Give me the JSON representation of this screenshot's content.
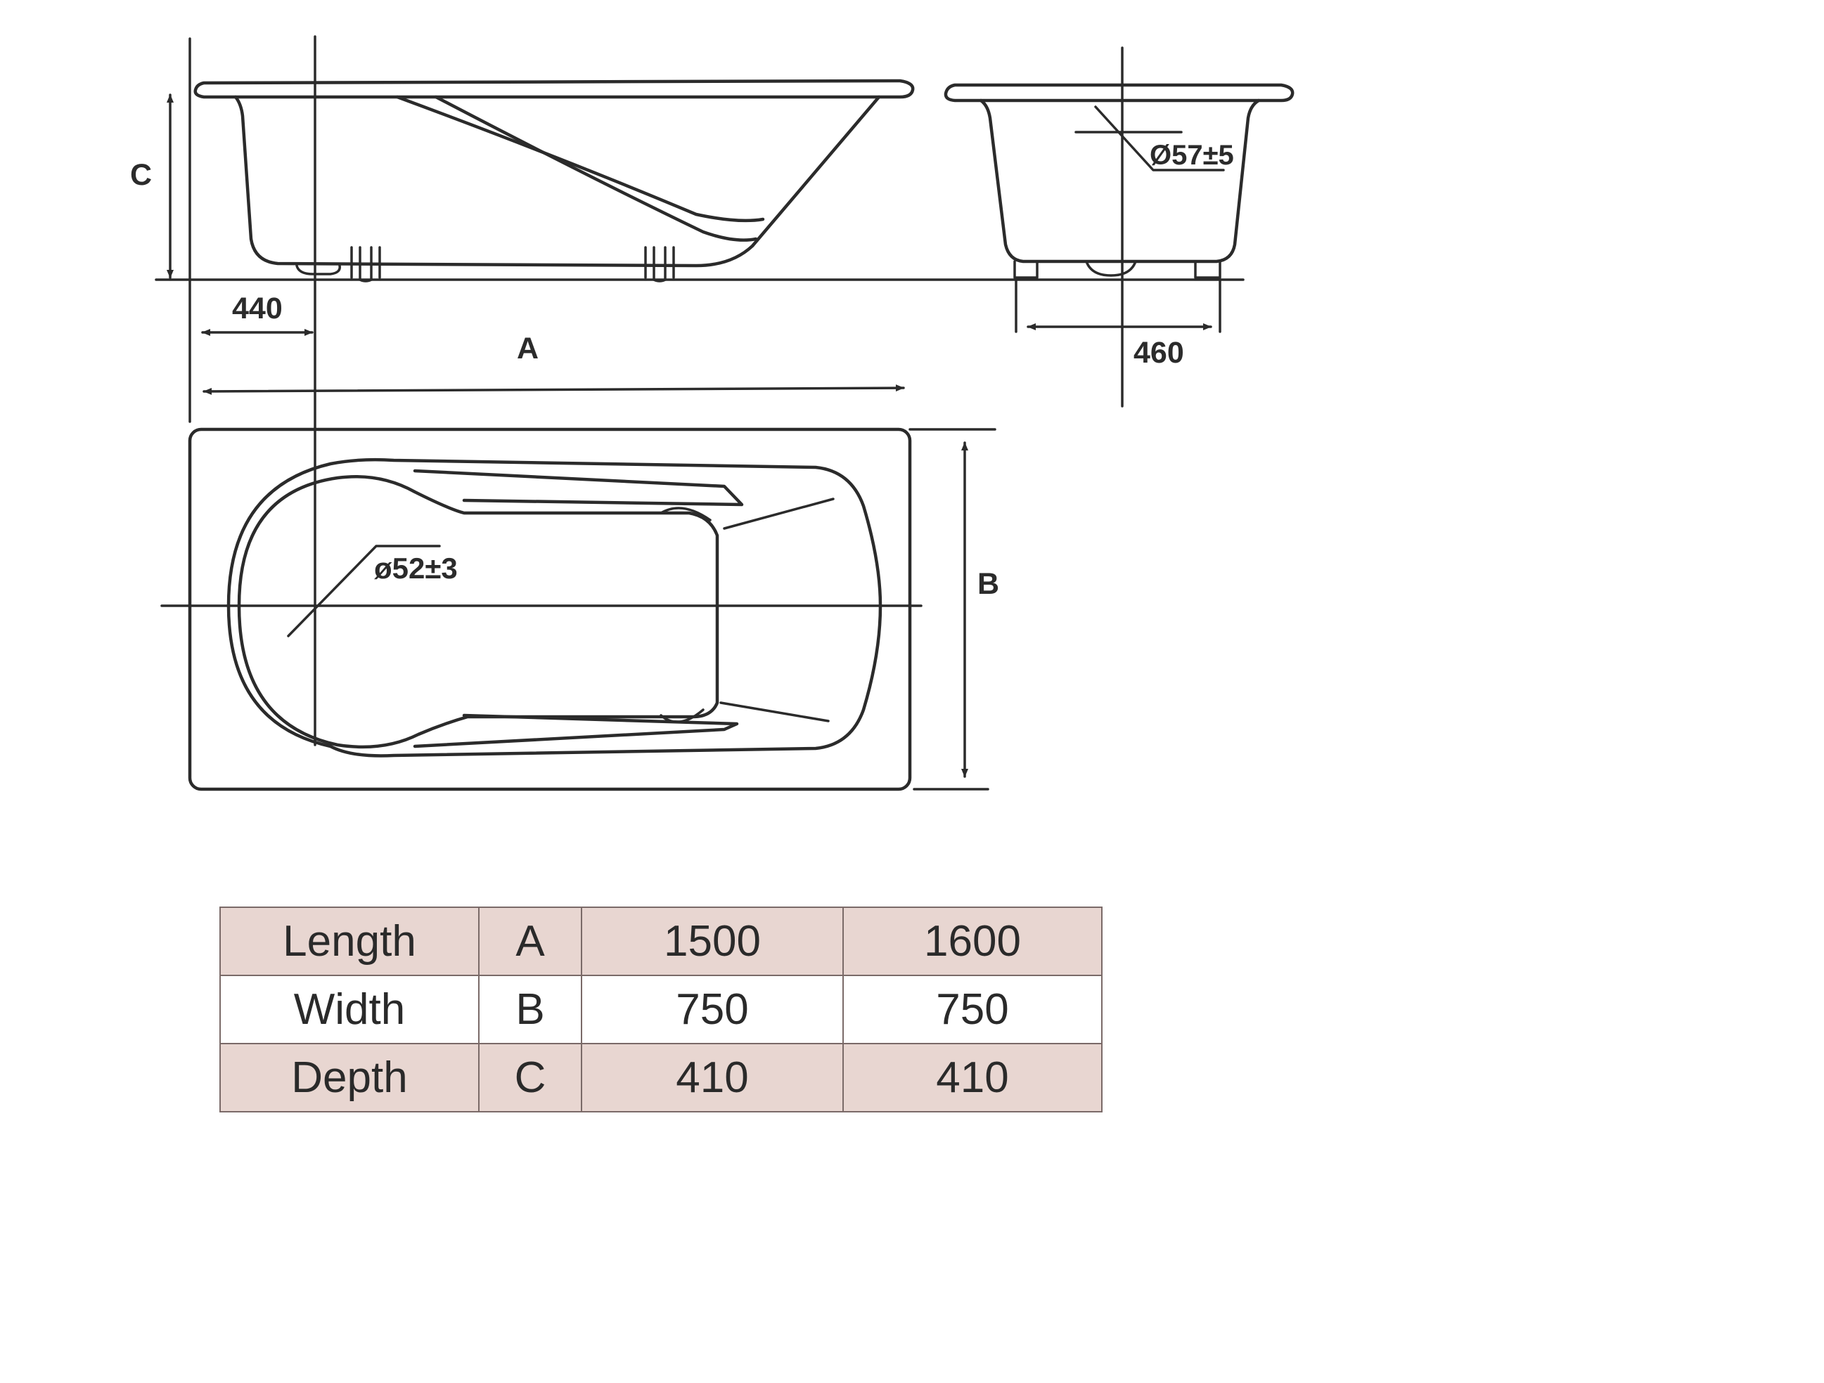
{
  "diagram": {
    "labels": {
      "c": "C",
      "offset_440": "440",
      "a": "A",
      "width_460": "460",
      "drain_57": "Ø57±5",
      "overflow_52": "ø52±3",
      "b": "B"
    }
  },
  "spec_table": {
    "shade_color": "#e8d6d1",
    "rows": [
      {
        "name": "Length",
        "code": "A",
        "v1": "1500",
        "v2": "1600"
      },
      {
        "name": "Width",
        "code": "B",
        "v1": "750",
        "v2": "750"
      },
      {
        "name": "Depth",
        "code": "C",
        "v1": "410",
        "v2": "410"
      }
    ]
  }
}
